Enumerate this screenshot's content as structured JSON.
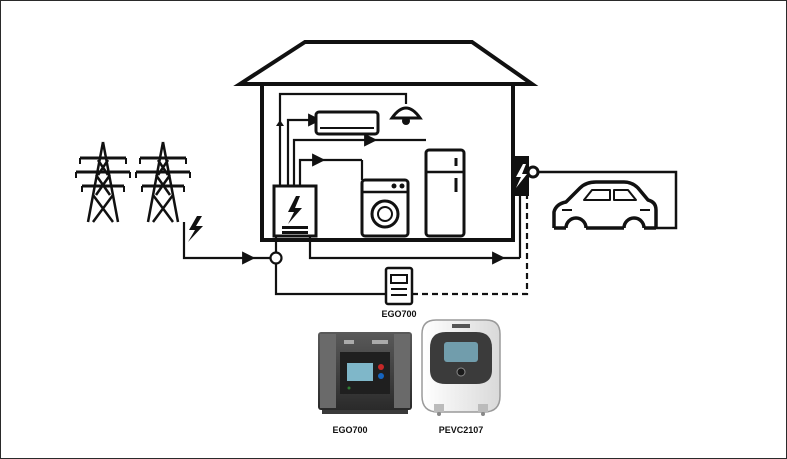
{
  "labels": {
    "meter_caption": "EGO700",
    "product_left_caption": "EGO700",
    "product_right_caption": "PEVC2107"
  },
  "colors": {
    "line": "#111111",
    "device_front": "#f2f2f2",
    "charger_bezel": "#3b3b3b",
    "screen": "#7fb7c9",
    "accent_red": "#c62828",
    "accent_blue": "#1565c0",
    "accent_green": "#2e7d32"
  },
  "icons": [
    "transmission-tower-icon",
    "lightning-icon",
    "air-conditioner-icon",
    "ceiling-lamp-icon",
    "washing-machine-icon",
    "refrigerator-icon",
    "electric-panel-icon",
    "ev-car-icon",
    "meter-icon"
  ]
}
